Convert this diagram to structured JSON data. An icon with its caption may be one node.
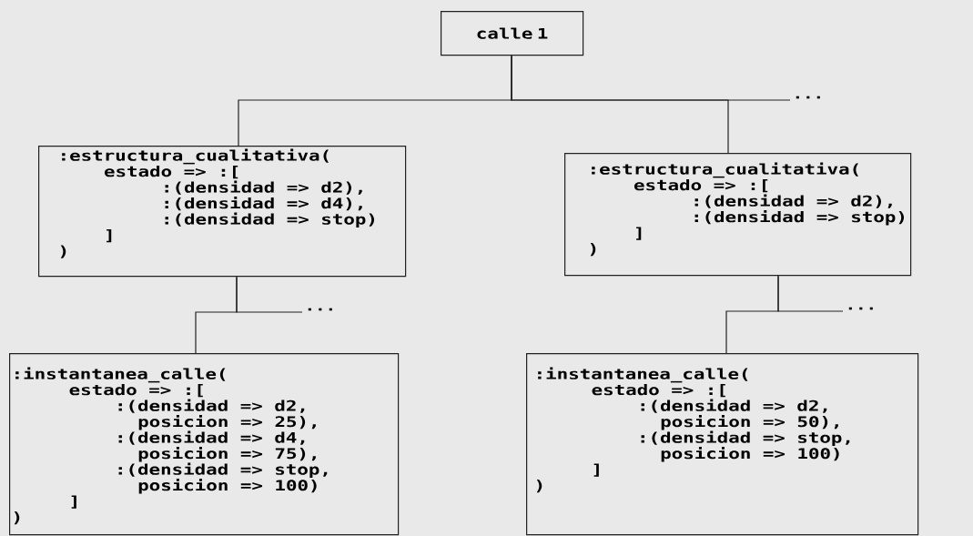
{
  "diagram": {
    "nodes": [
      {
        "text": [
          "calle 1"
        ]
      },
      {
        "text": [
          ":estructura_cualitativa(",
          "estado => :[",
          ":(densidad => d2),",
          ":(densidad => d4),",
          ":(densidad => stop)",
          "]",
          ")"
        ]
      },
      {
        "text": [
          ":estructura_cualitativa(",
          "estado => :[",
          ":(densidad => d2),",
          ":(densidad => stop)",
          "]",
          ")"
        ]
      },
      {
        "text": [
          ":instantanea_calle(",
          "estado => :[",
          ":(densidad => d2,",
          "posicion => 25),",
          ":(densidad => d4,",
          "posicion => 75),",
          ":(densidad => stop,",
          "posicion => 100)",
          "]",
          ")"
        ]
      },
      {
        "text": [
          ":instantanea_calle(",
          "estado => :[",
          ":(densidad => d2,",
          "posicion => 50),",
          ":(densidad => stop,",
          "posicion => 100)",
          "]",
          ")"
        ]
      }
    ],
    "edges": [
      {
        "from": 0,
        "to": 1,
        "arrow": "none"
      },
      {
        "from": 0,
        "to": 2,
        "arrow": "none"
      },
      {
        "from": 0,
        "to": null,
        "arrow": "none",
        "label": "..."
      },
      {
        "from": 1,
        "to": 3,
        "arrow": "none"
      },
      {
        "from": 1,
        "to": null,
        "arrow": "none",
        "label": "..."
      },
      {
        "from": 2,
        "to": 4,
        "arrow": "none"
      },
      {
        "from": 2,
        "to": null,
        "arrow": "none",
        "label": "..."
      }
    ]
  }
}
